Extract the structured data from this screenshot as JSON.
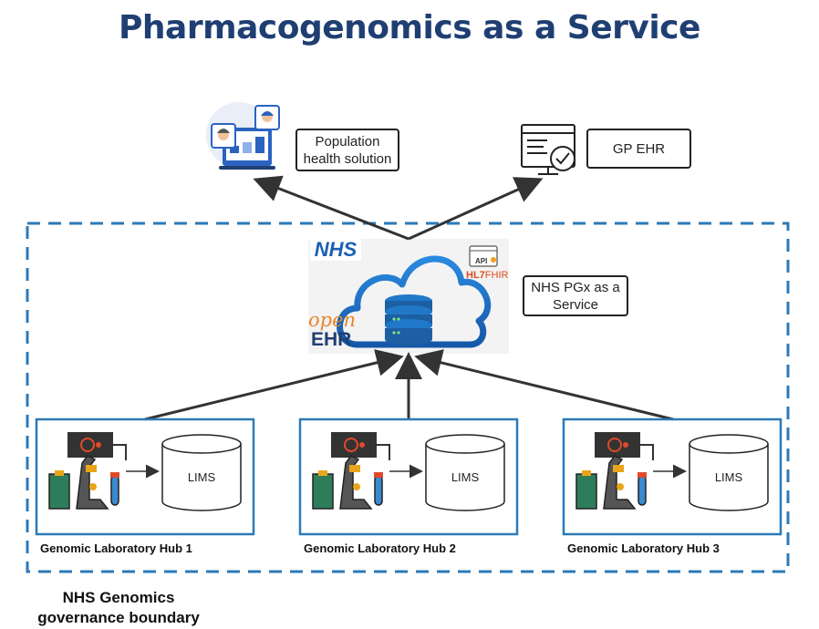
{
  "title": "Pharmacogenomics as a Service",
  "nodes": {
    "population": "Population health solution",
    "gp_ehr": "GP EHR",
    "pgx_service": "NHS PGx as a Service"
  },
  "logos": {
    "nhs": "NHS",
    "openehr_open": "open",
    "openehr_ehr": "EHR",
    "api": "API",
    "hl7": "HL7",
    "fhir": "FHIR"
  },
  "hubs": [
    {
      "name": "Genomic Laboratory Hub 1",
      "lims": "LIMS"
    },
    {
      "name": "Genomic Laboratory Hub 2",
      "lims": "LIMS"
    },
    {
      "name": "Genomic Laboratory Hub 3",
      "lims": "LIMS"
    }
  ],
  "boundary_label_line1": "NHS Genomics",
  "boundary_label_line2": "governance boundary",
  "colors": {
    "title": "#1f3f73",
    "boundary": "#2b7ab8",
    "hub_border": "#2b7ab8",
    "cloud": "#1f73c8",
    "nhs_blue": "#1a5fb4",
    "openehr_orange": "#e8852a",
    "fhir_red": "#e04a1f"
  }
}
